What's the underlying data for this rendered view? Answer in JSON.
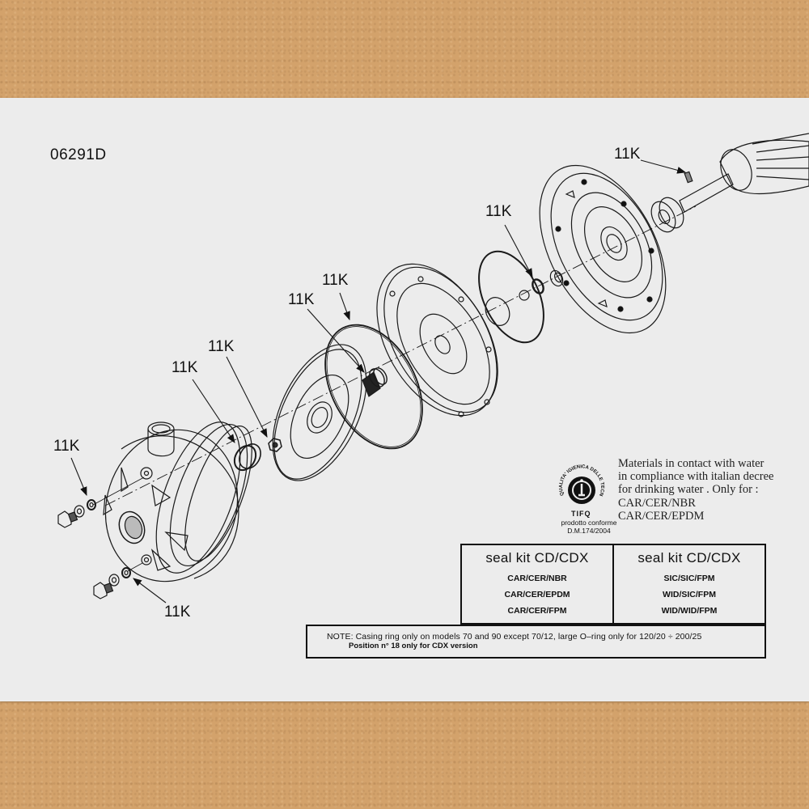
{
  "drawing_code": "06291D",
  "callouts": [
    {
      "id": "shaft-key",
      "label": "11K"
    },
    {
      "id": "lip-seal",
      "label": "11K"
    },
    {
      "id": "large-o-ring",
      "label": "11K"
    },
    {
      "id": "mechanical-seal",
      "label": "11K"
    },
    {
      "id": "casing-ring",
      "label": "11K"
    },
    {
      "id": "impeller-nut",
      "label": "11K"
    },
    {
      "id": "plug-washer-top",
      "label": "11K"
    },
    {
      "id": "plug-washer-bottom",
      "label": "11K"
    }
  ],
  "certification": {
    "logo_ring_text": "QUALITA' IGIENICA DELLE TECNOLOGIE ALIMENTARI",
    "logo_letter": "i",
    "logo_name": "TIFQ",
    "logo_sub1": "prodotto conforme",
    "logo_sub2": "D.M.174/2004",
    "materials_text": [
      "Materials in contact with water",
      "in compliance with italian decree",
      "for drinking water . Only for :",
      "CAR/CER/NBR",
      "CAR/CER/EPDM"
    ]
  },
  "seal_kits": [
    {
      "title": "seal kit CD/CDX",
      "items": [
        "CAR/CER/NBR",
        "CAR/CER/EPDM",
        "CAR/CER/FPM"
      ]
    },
    {
      "title": "seal kit CD/CDX",
      "items": [
        "SIC/SIC/FPM",
        "WID/SIC/FPM",
        "WID/WID/FPM"
      ]
    }
  ],
  "note": {
    "line1": "NOTE: Casing ring only on models 70 and 90 except 70/12, large O–ring only for 120/20 ÷ 200/25",
    "line2": "Position n° 18 only for CDX version"
  },
  "colors": {
    "paper": "#ececec",
    "cardboard": "#d3a26b",
    "ink": "#111111"
  }
}
